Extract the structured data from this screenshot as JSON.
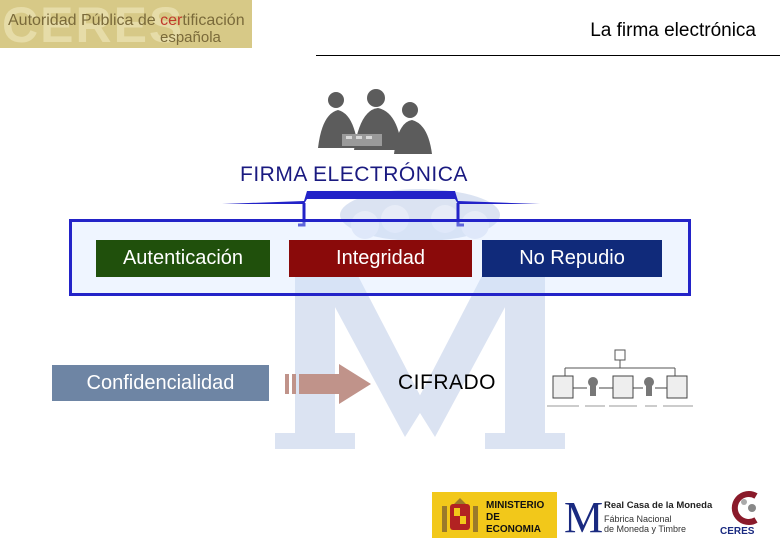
{
  "header": {
    "title": "La firma electrónica",
    "logo": {
      "big_text": "CERES",
      "line1_a": "Autoridad Pública de ",
      "line1_b": "cer",
      "line1_c": "tificación",
      "line2": "española"
    }
  },
  "main": {
    "heading": "FIRMA ELECTRÓNICA",
    "pills": {
      "autenticacion": "Autenticación",
      "integridad": "Integridad",
      "repudio": "No Repudio"
    },
    "confidencialidad": "Confidencialidad",
    "cifrado": "CIFRADO"
  },
  "footer": {
    "economia": [
      "MINISTERIO",
      "DE ECONOMIA"
    ],
    "fnmt": {
      "line1": "Real Casa de la Moneda",
      "line2": "Fábrica Nacional",
      "line3": "de Moneda y Timbre"
    },
    "ceres_small": "CERES"
  },
  "colors": {
    "autenticacion": "#20500c",
    "integridad": "#8a0a0a",
    "repudio": "#102a7a",
    "confidencialidad": "#6e85a4",
    "box_border": "#2323c8",
    "heading": "#1a1a80"
  },
  "icons": [
    "people-illustration",
    "signature-process-diagram",
    "arrow-right-icon",
    "spain-crest-icon",
    "fnmt-m-logo",
    "ceres-c-logo"
  ]
}
